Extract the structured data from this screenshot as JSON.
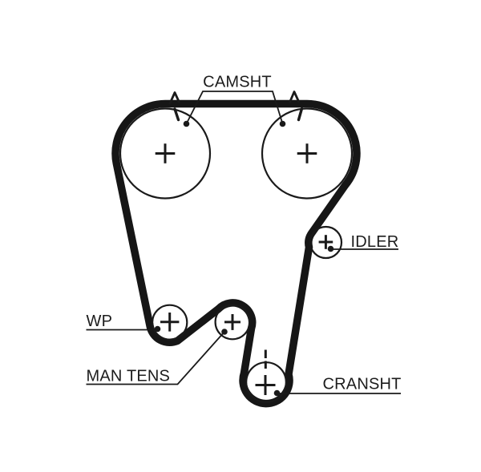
{
  "diagram": {
    "background_color": "#ffffff",
    "ink_color": "#1a1a1a",
    "center_mark_glyph": "+",
    "labels": {
      "camshaft": "CAMSHT",
      "idler": "IDLER",
      "water_pump": "WP",
      "manual_tensioner": "MAN TENS",
      "crankshaft": "CRANSHT"
    },
    "pulleys": [
      {
        "name": "camshaft-pulley-left",
        "label": "CAMSHT"
      },
      {
        "name": "camshaft-pulley-right",
        "label": "CAMSHT"
      },
      {
        "name": "idler-pulley",
        "label": "IDLER"
      },
      {
        "name": "water-pump-pulley",
        "label": "WP"
      },
      {
        "name": "manual-tensioner-pulley",
        "label": "MAN TENS"
      },
      {
        "name": "crankshaft-pulley",
        "label": "CRANSHT"
      }
    ]
  }
}
